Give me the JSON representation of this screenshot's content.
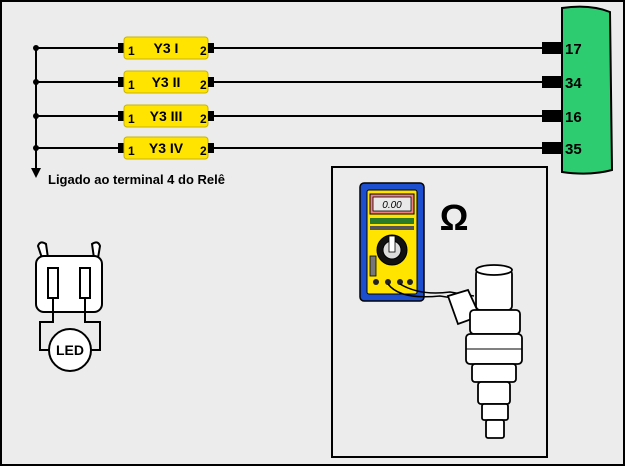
{
  "colors": {
    "background": "#ececec",
    "wire": "#000000",
    "injector_label": "#ffe400",
    "ecu_connector": "#2ecc71",
    "meter_body": "#1c4fd0",
    "meter_face": "#ffe400"
  },
  "injectors": [
    {
      "label": "Y3 I",
      "pin_in": "1",
      "pin_out": "2",
      "ecu_terminal": "17"
    },
    {
      "label": "Y3 II",
      "pin_in": "1",
      "pin_out": "2",
      "ecu_terminal": "34"
    },
    {
      "label": "Y3 III",
      "pin_in": "1",
      "pin_out": "2",
      "ecu_terminal": "16"
    },
    {
      "label": "Y3 IV",
      "pin_in": "1",
      "pin_out": "2",
      "ecu_terminal": "35"
    }
  ],
  "relay_note": "Ligado ao terminal 4 do Relê",
  "led_tester": {
    "label": "LED"
  },
  "multimeter": {
    "display": "0.00",
    "unit_symbol": "Ω"
  },
  "icons": [
    "led-tester-icon",
    "multimeter-icon",
    "fuel-injector-icon",
    "ecu-connector-icon"
  ]
}
